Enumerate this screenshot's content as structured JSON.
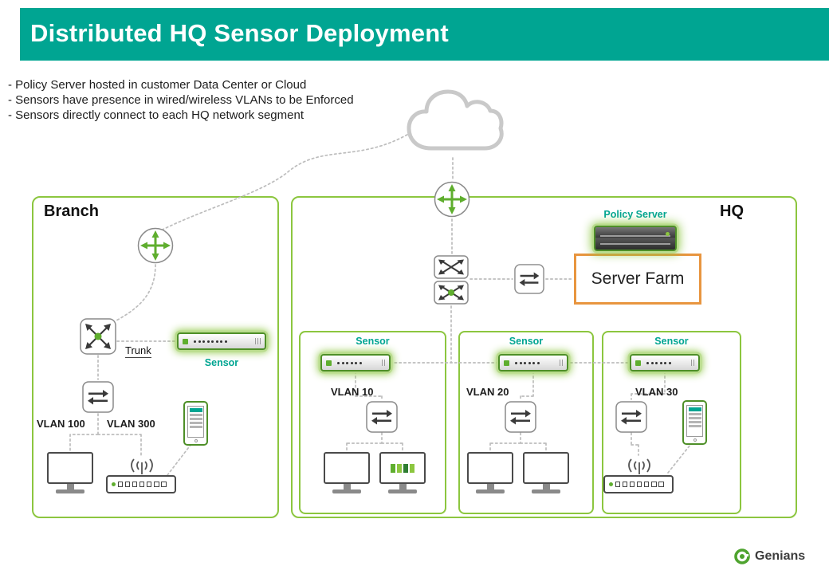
{
  "colors": {
    "header_teal": "#00A592",
    "accent_green": "#8CC63F",
    "icon_green": "#5fae2e",
    "server_farm_orange": "#E8953F",
    "line_gray": "#BDBDBD"
  },
  "header": {
    "title": "Distributed HQ Sensor Deployment"
  },
  "notes": [
    "- Policy Server hosted in customer Data Center or Cloud",
    "- Sensors have presence in wired/wireless VLANs to be Enforced",
    "- Sensors directly connect to each HQ network segment"
  ],
  "branch": {
    "label": "Branch",
    "trunk_label": "Trunk",
    "sensor_label": "Sensor",
    "vlan_labels": [
      "VLAN 100",
      "VLAN 300"
    ]
  },
  "hq": {
    "label": "HQ",
    "policy_server_label": "Policy Server",
    "server_farm_label": "Server Farm",
    "segments": [
      {
        "sensor_label": "Sensor",
        "vlan_label": "VLAN 10"
      },
      {
        "sensor_label": "Sensor",
        "vlan_label": "VLAN 20"
      },
      {
        "sensor_label": "Sensor",
        "vlan_label": "VLAN 30"
      }
    ]
  },
  "footer": {
    "brand": "Genians"
  }
}
